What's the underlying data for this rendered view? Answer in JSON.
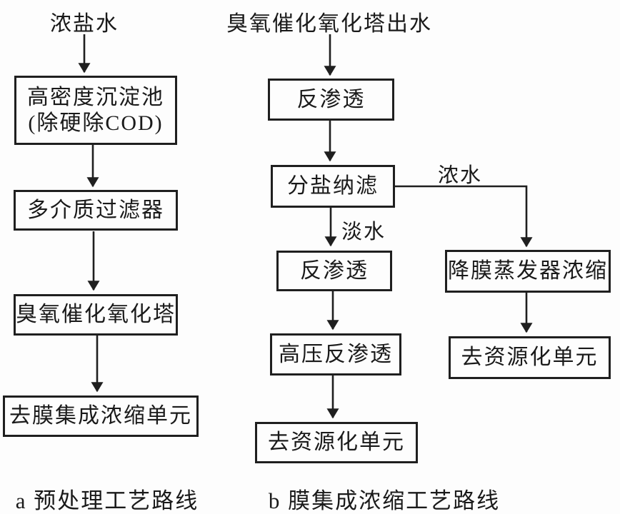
{
  "colors": {
    "background": "#fdfdfd",
    "line": "#1f1f1f",
    "text": "#1a1a1a"
  },
  "diagram_a": {
    "source_label": "浓盐水",
    "box1_line1": "高密度沉淀池",
    "box1_line2": "(除硬除COD)",
    "box2": "多介质过滤器",
    "box3": "臭氧催化氧化塔",
    "box4": "去膜集成浓缩单元",
    "caption": "a 预处理工艺路线"
  },
  "diagram_b": {
    "source_label": "臭氧催化氧化塔出水",
    "box1": "反渗透",
    "box2": "分盐纳滤",
    "permeate_label": "淡水",
    "concentrate_label": "浓水",
    "box3": "反渗透",
    "box4": "高压反渗透",
    "box5": "去资源化单元",
    "branch_box1": "降膜蒸发器浓缩",
    "branch_box2": "去资源化单元",
    "caption": "b 膜集成浓缩工艺路线"
  }
}
